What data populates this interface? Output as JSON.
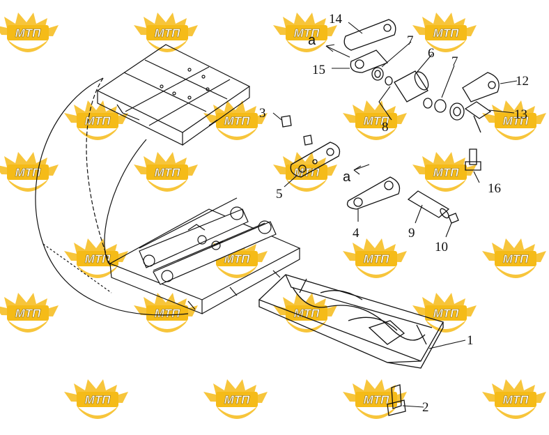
{
  "watermark": {
    "text": "МТП",
    "color_fill": "#f5b400",
    "color_text": "#ffffff",
    "color_stroke": "#7a5a00"
  },
  "callouts": [
    {
      "id": "14",
      "label": "14"
    },
    {
      "id": "7a",
      "label": "7"
    },
    {
      "id": "6",
      "label": "6"
    },
    {
      "id": "7b",
      "label": "7"
    },
    {
      "id": "15",
      "label": "15"
    },
    {
      "id": "12",
      "label": "12"
    },
    {
      "id": "3",
      "label": "3"
    },
    {
      "id": "13",
      "label": "13"
    },
    {
      "id": "8",
      "label": "8"
    },
    {
      "id": "16",
      "label": "16"
    },
    {
      "id": "5",
      "label": "5"
    },
    {
      "id": "4",
      "label": "4"
    },
    {
      "id": "9",
      "label": "9"
    },
    {
      "id": "10",
      "label": "10"
    },
    {
      "id": "1",
      "label": "1"
    },
    {
      "id": "2",
      "label": "2"
    }
  ],
  "view_arrows": [
    {
      "id": "a-top",
      "label": "a"
    },
    {
      "id": "a-mid",
      "label": "a"
    }
  ]
}
